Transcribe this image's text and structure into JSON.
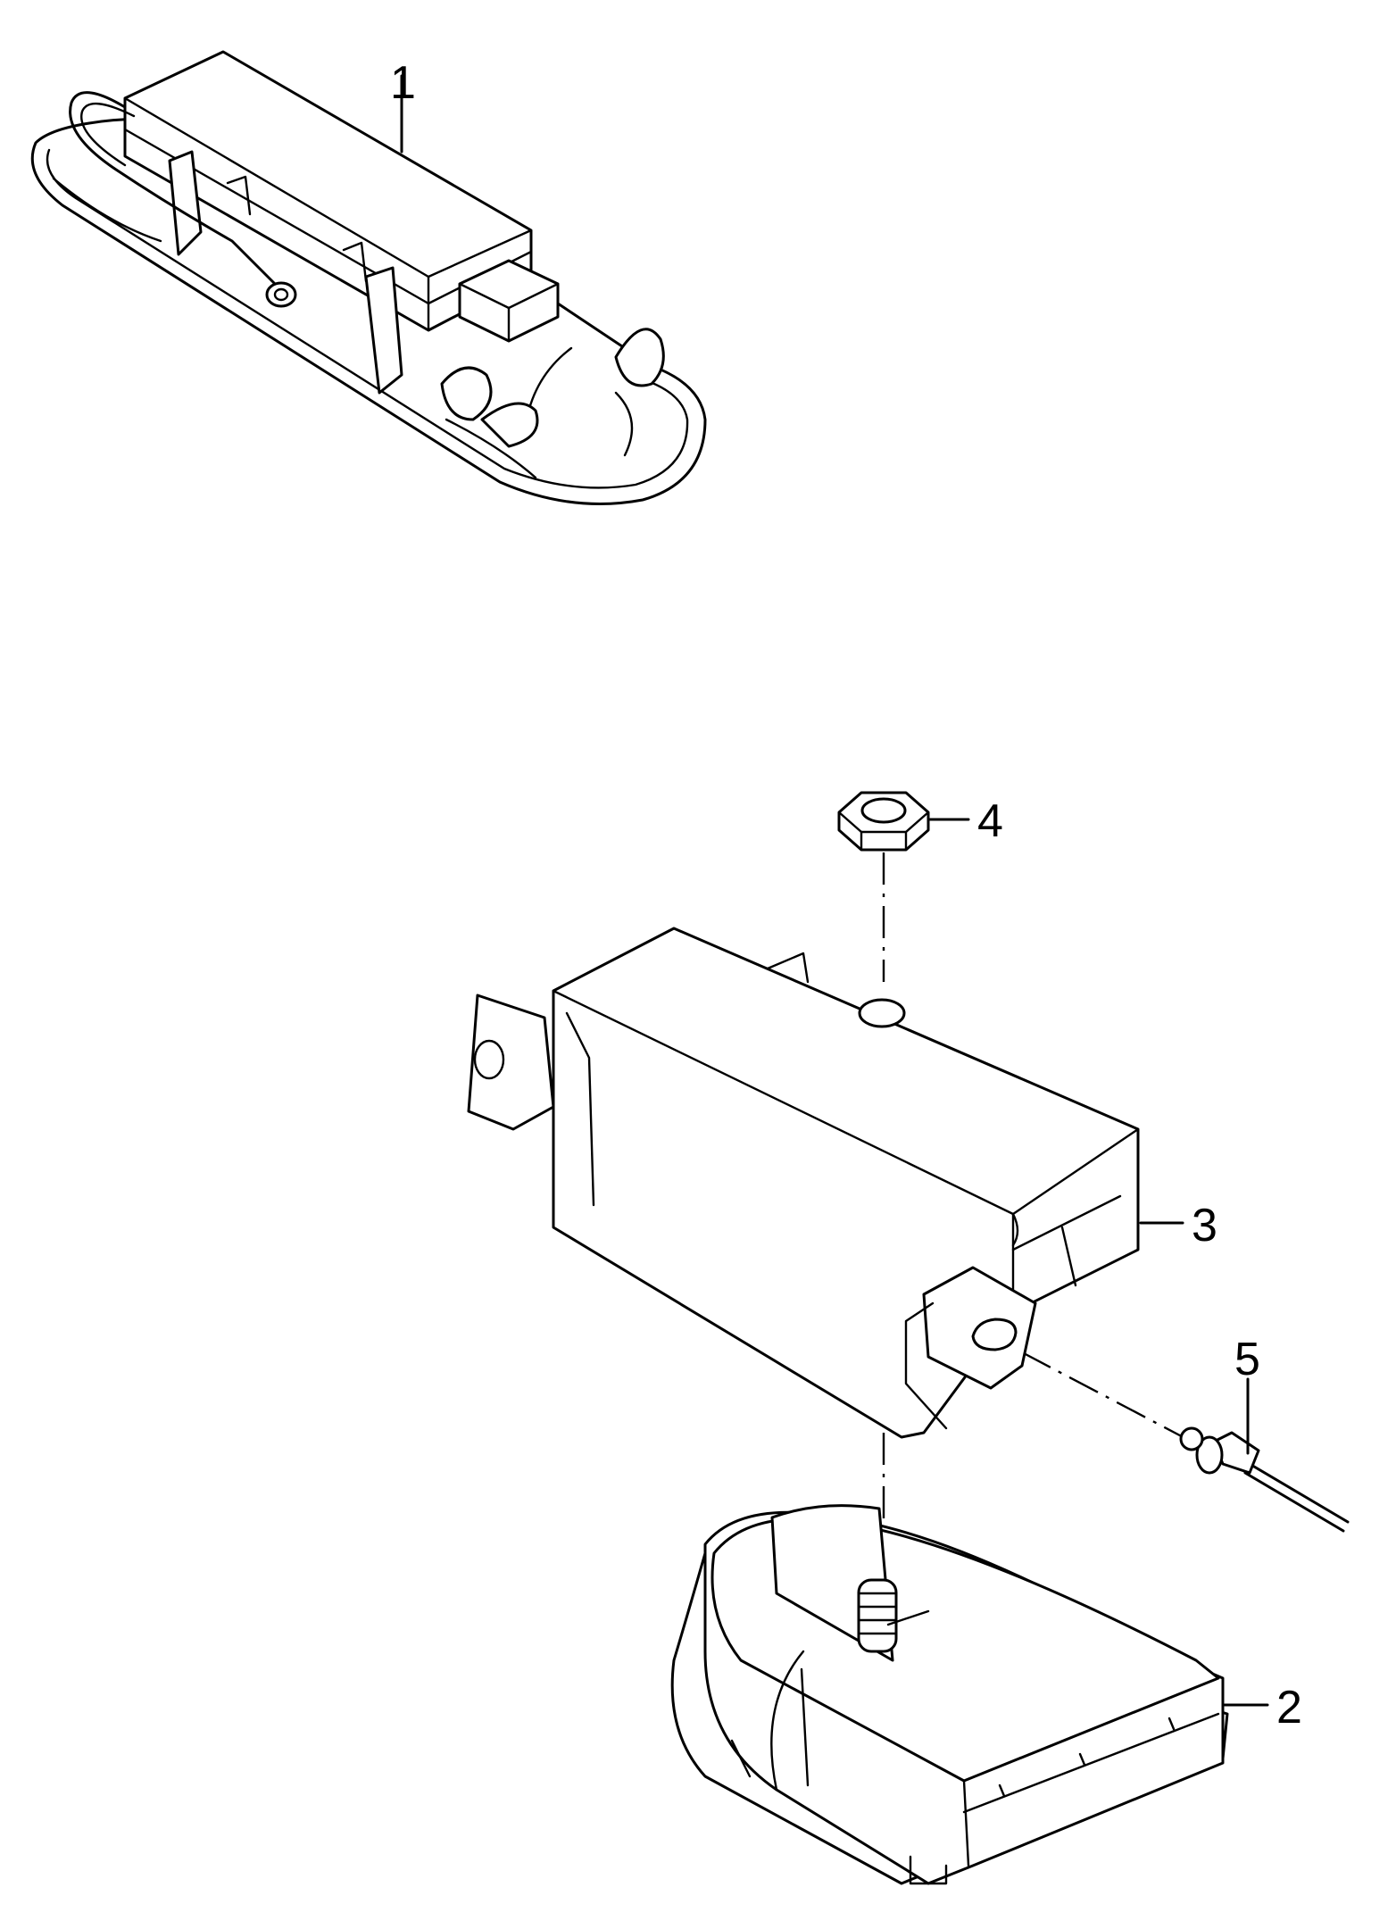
{
  "callouts": [
    {
      "id": "part-1",
      "label": "1"
    },
    {
      "id": "part-2",
      "label": "2"
    },
    {
      "id": "part-3",
      "label": "3"
    },
    {
      "id": "part-4",
      "label": "4"
    },
    {
      "id": "part-5",
      "label": "5"
    }
  ],
  "colors": {
    "line": "#000000",
    "background": "#ffffff"
  }
}
